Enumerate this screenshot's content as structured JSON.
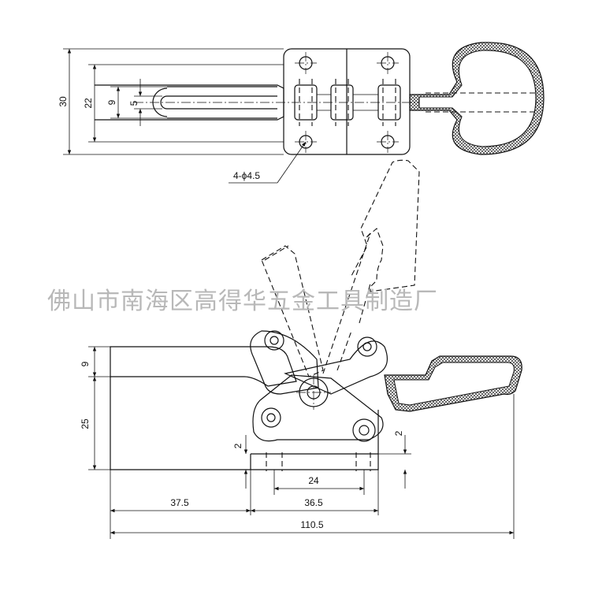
{
  "watermark": "佛山市南海区高得华五金工具制造厂",
  "top_view": {
    "dim_overall_height": "30",
    "dim_slot_outer": "22",
    "dim_slot_inner": "9",
    "dim_slot_width": "5",
    "hole_callout": "4-ϕ4.5"
  },
  "side_view": {
    "dim_arm_thickness": "9",
    "dim_body_height": "25",
    "dim_base_left": "2",
    "dim_base_right": "2",
    "dim_hole_spacing": "24",
    "dim_front_length": "37.5",
    "dim_base_length": "36.5",
    "dim_total_length": "110.5"
  },
  "colors": {
    "ink": "#111111",
    "watermark": "#b8b8b8",
    "background": "#ffffff"
  }
}
